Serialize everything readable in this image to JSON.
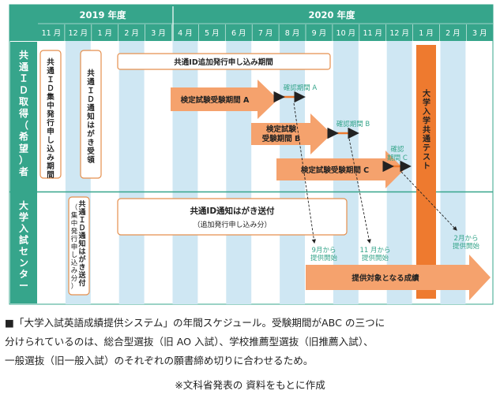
{
  "header": {
    "years": [
      "2019 年度",
      "2020 年度"
    ],
    "months": [
      "11 月",
      "12 月",
      "1 月",
      "2 月",
      "3 月",
      "4 月",
      "5 月",
      "6 月",
      "7 月",
      "8 月",
      "9 月",
      "10 月",
      "11 月",
      "12 月",
      "1 月",
      "2 月",
      "3 月"
    ]
  },
  "rows": {
    "applicant": "共通ＩＤ取得（希望）者",
    "center": "大学入試センター"
  },
  "applicant_items": {
    "bulk_issue": "共通ＩＤ集中発行申し込み期間",
    "notice_received": "共通ＩＤ通知はがき受領",
    "add_issue_period": "共通ID追加発行申し込み期間",
    "exam_a": "検定試験受験期間 A",
    "exam_b": "検定試験\n受験期間 B",
    "exam_c": "検定試験受験期間 C",
    "confirm_a": "確認期間 A",
    "confirm_b": "確認期間 B",
    "confirm_c": "確認\n期間 C",
    "common_test": "大学入学共通テスト"
  },
  "center_items": {
    "notice_send_bulk": "共通ＩＤ通知はがき送付\n（集中発行申し込み分）",
    "notice_send_title": "共通ID通知はがき送付",
    "notice_send_sub": "（追加発行申し込み分）",
    "provide_sep": "9月から\n提供開始",
    "provide_nov": "11 月から\n提供開始",
    "provide_feb": "2月から\n提供開始",
    "provided_results": "提供対象となる成績"
  },
  "colors": {
    "green": "#36a58b",
    "light_band": "#cfe7f3",
    "arrow_orange": "#f5a26d",
    "test_orange": "#ee7a2f",
    "row_panel": "#eaf4fa",
    "box_border": "#e58f4d"
  },
  "caption": {
    "lines": [
      "■「大学入試英語成績提供システム」の年間スケジュール。受験期間がABC の三つに",
      "分けられているのは、総合型選抜（旧 AO 入試）、学校推薦型選抜（旧推薦入試）、",
      "一般選抜（旧一般入試）のそれぞれの願書締め切りに合わせるため。"
    ],
    "source": "※文科省発表の 資料をもとに作成"
  }
}
